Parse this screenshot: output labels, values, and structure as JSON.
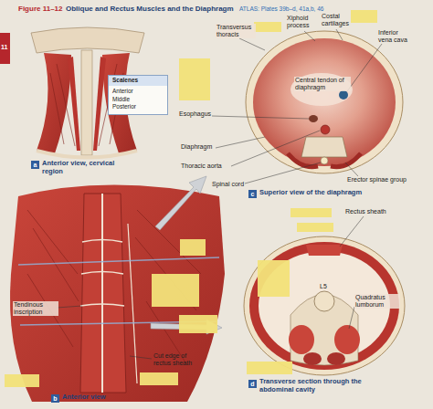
{
  "diagram": {
    "title": "Oblique and Rectus Muscles and the Diaphragm",
    "nodes": [
      {
        "text": [
          "Scalenes",
          "Anterior",
          "Middle",
          "Posterior"
        ]
      }
    ],
    "labels": [
      "Figure 11–12",
      "ATLAS: Plates 39b–d, 41a,b, 46",
      "11",
      "Transversus thoracis",
      "Xiphoid process",
      "Costal cartilages",
      "Inferior vena cava",
      "Central tendon of diaphragm",
      "Esophagus",
      "Diaphragm",
      "Thoracic aorta",
      "Spinal cord",
      "Erector spinae group",
      "c",
      "Superior view of the diaphragm",
      "Rectus sheath",
      "L5",
      "Quadratus lumborum",
      "d",
      "Transverse section through the abdominal cavity",
      "a",
      "Anterior view, cervical region",
      "Tendinous inscription",
      "Cut edge of rectus sheath",
      "b",
      "Anterior view"
    ]
  }
}
